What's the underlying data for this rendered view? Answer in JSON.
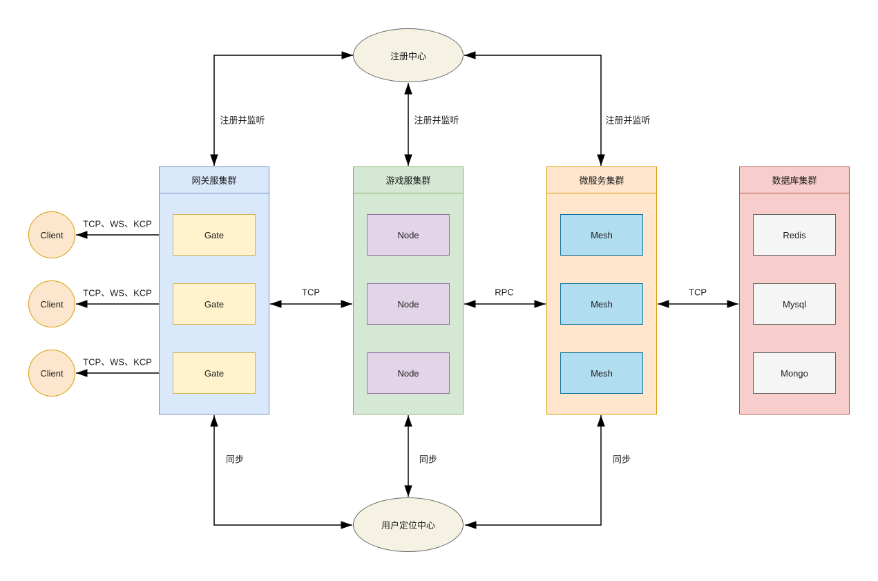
{
  "registry": {
    "label": "注册中心"
  },
  "locator": {
    "label": "用户定位中心"
  },
  "ellipse_style": {
    "fill": "#f5f2e3",
    "stroke": "#666666"
  },
  "clients": {
    "label": "Client",
    "fill": "#fce7ce",
    "stroke": "#d79b00"
  },
  "clusters": [
    {
      "title": "网关服集群",
      "fill": "#dae8fc",
      "stroke": "#6c8ebf",
      "node_fill": "#fff2cc",
      "node_stroke": "#d6b656",
      "nodes": [
        "Gate",
        "Gate",
        "Gate"
      ]
    },
    {
      "title": "游戏服集群",
      "fill": "#d5e8d4",
      "stroke": "#82b366",
      "node_fill": "#e1d5e7",
      "node_stroke": "#9673a6",
      "nodes": [
        "Node",
        "Node",
        "Node"
      ]
    },
    {
      "title": "微服务集群",
      "fill": "#ffe6cc",
      "stroke": "#d79b00",
      "node_fill": "#b1ddf0",
      "node_stroke": "#10739e",
      "nodes": [
        "Mesh",
        "Mesh",
        "Mesh"
      ]
    },
    {
      "title": "数据库集群",
      "fill": "#f8cecc",
      "stroke": "#b85450",
      "node_fill": "#f5f5f5",
      "node_stroke": "#666666",
      "nodes": [
        "Redis",
        "Mysql",
        "Mongo"
      ]
    }
  ],
  "edge_labels": {
    "register_listen": "注册并监听",
    "sync": "同步",
    "client_gateway": "TCP、WS、KCP",
    "gateway_game": "TCP",
    "game_micro": "RPC",
    "micro_db": "TCP"
  },
  "edge_style": {
    "stroke": "#000000"
  }
}
